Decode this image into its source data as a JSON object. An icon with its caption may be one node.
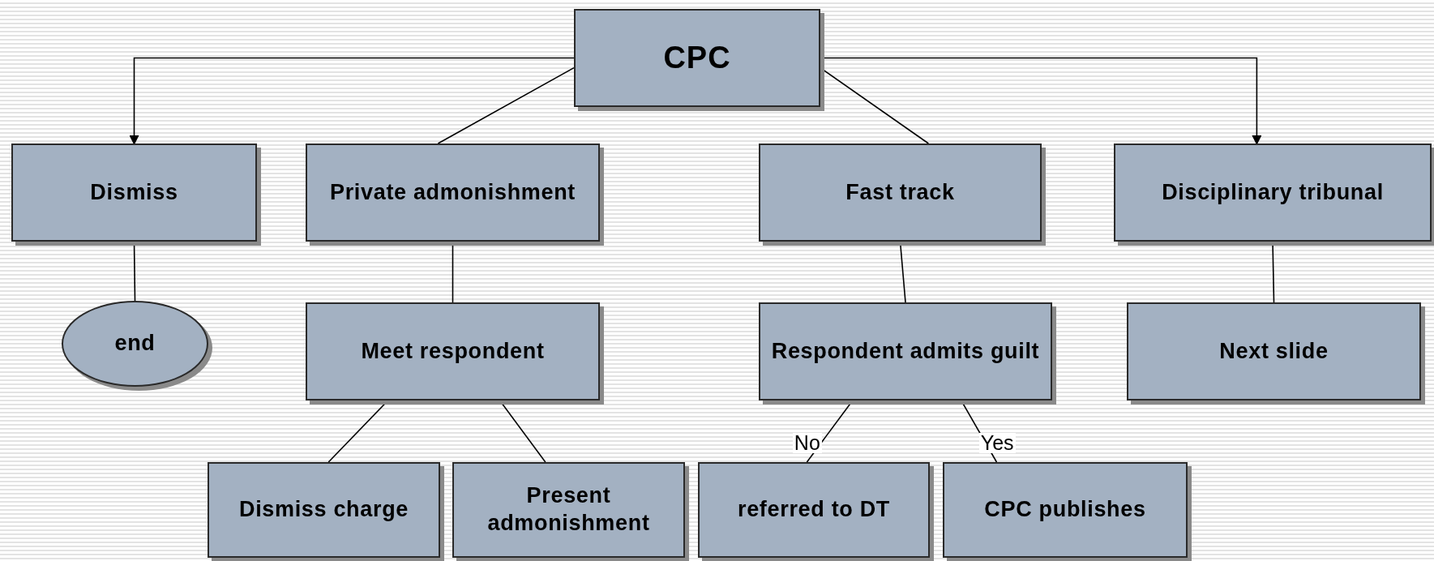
{
  "diagram": {
    "nodes": [
      {
        "text": [
          "CPC"
        ]
      },
      {
        "text": [
          "Dismiss"
        ]
      },
      {
        "text": [
          "Private admonishment"
        ]
      },
      {
        "text": [
          "Fast track"
        ]
      },
      {
        "text": [
          "Disciplinary tribunal"
        ]
      },
      {
        "text": [
          "end"
        ]
      },
      {
        "text": [
          "Meet respondent"
        ]
      },
      {
        "text": [
          "Respondent admits guilt"
        ]
      },
      {
        "text": [
          "Next slide"
        ]
      },
      {
        "text": [
          "Dismiss charge"
        ]
      },
      {
        "text": [
          "Present admonishment"
        ]
      },
      {
        "text": [
          "referred to DT"
        ]
      },
      {
        "text": [
          "CPC publishes"
        ]
      }
    ],
    "edges": [
      {
        "from": 0,
        "to": 1,
        "arrow": "to"
      },
      {
        "from": 0,
        "to": 2,
        "arrow": "none"
      },
      {
        "from": 0,
        "to": 3,
        "arrow": "none"
      },
      {
        "from": 0,
        "to": 4,
        "arrow": "to"
      },
      {
        "from": 1,
        "to": 5,
        "arrow": "none"
      },
      {
        "from": 2,
        "to": 6,
        "arrow": "none"
      },
      {
        "from": 3,
        "to": 7,
        "arrow": "none"
      },
      {
        "from": 4,
        "to": 8,
        "arrow": "none"
      },
      {
        "from": 6,
        "to": 9,
        "arrow": "none"
      },
      {
        "from": 6,
        "to": 10,
        "arrow": "none"
      },
      {
        "from": 7,
        "to": 11,
        "arrow": "none",
        "label": "No"
      },
      {
        "from": 7,
        "to": 12,
        "arrow": "none",
        "label": "Yes"
      }
    ]
  }
}
